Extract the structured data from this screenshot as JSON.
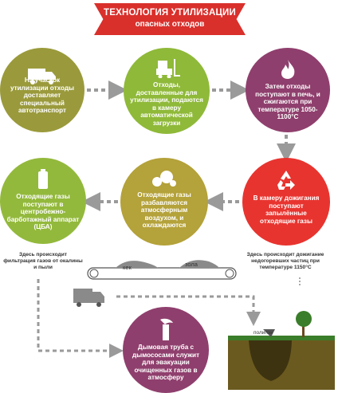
{
  "header": {
    "line1": "ТЕХНОЛОГИЯ УТИЛИЗАЦИИ",
    "line2": "опасных отходов"
  },
  "steps": [
    {
      "text": "На участок утилизации отходы доставляет специальный автотранспорт"
    },
    {
      "text": "Отходы, доставленные для утилизации, подаются в камеру автоматической загрузки",
      "icon": "forklift-icon"
    },
    {
      "text": "Затем отходы поступают в печь, и сжигаются при температуре 1050-1100°C",
      "icon": "fire-icon"
    },
    {
      "text": "В камеру дожигания поступают запылённые отходящие газы",
      "icon": "recycle-icon"
    },
    {
      "text": "Отходящие газы разбавляются атмосферным воздухом, и охлаждаются",
      "icon": "dust-icon"
    },
    {
      "text": "Отходящие газы поступают в центробежно-барботажный аппарат (ЦБА)",
      "icon": "cylinder-icon"
    },
    {
      "text": "Дымовая труба с дымососами служит для эвакуации очищенных газов в атмосферу",
      "icon": "chimney-icon"
    }
  ],
  "notes": {
    "afterburn": "Здесь происходит дожигание недогоревших частиц при температуре 1150°C",
    "cba": "Здесь происходит фильтрация газов от окалины и пыли"
  },
  "conveyor": {
    "label_left": "кек",
    "label_right": "зола"
  },
  "landfill": {
    "label": "полигон"
  },
  "colors": {
    "banner": "#d9302c",
    "olive": "#9a9a3c",
    "green": "#8fb939",
    "plum": "#8f3f6d",
    "red": "#e8342f",
    "mustard": "#b4a23a",
    "arrows": "#9a9a9a",
    "soil": "#6b5a1f",
    "grass": "#3a7d2a"
  }
}
